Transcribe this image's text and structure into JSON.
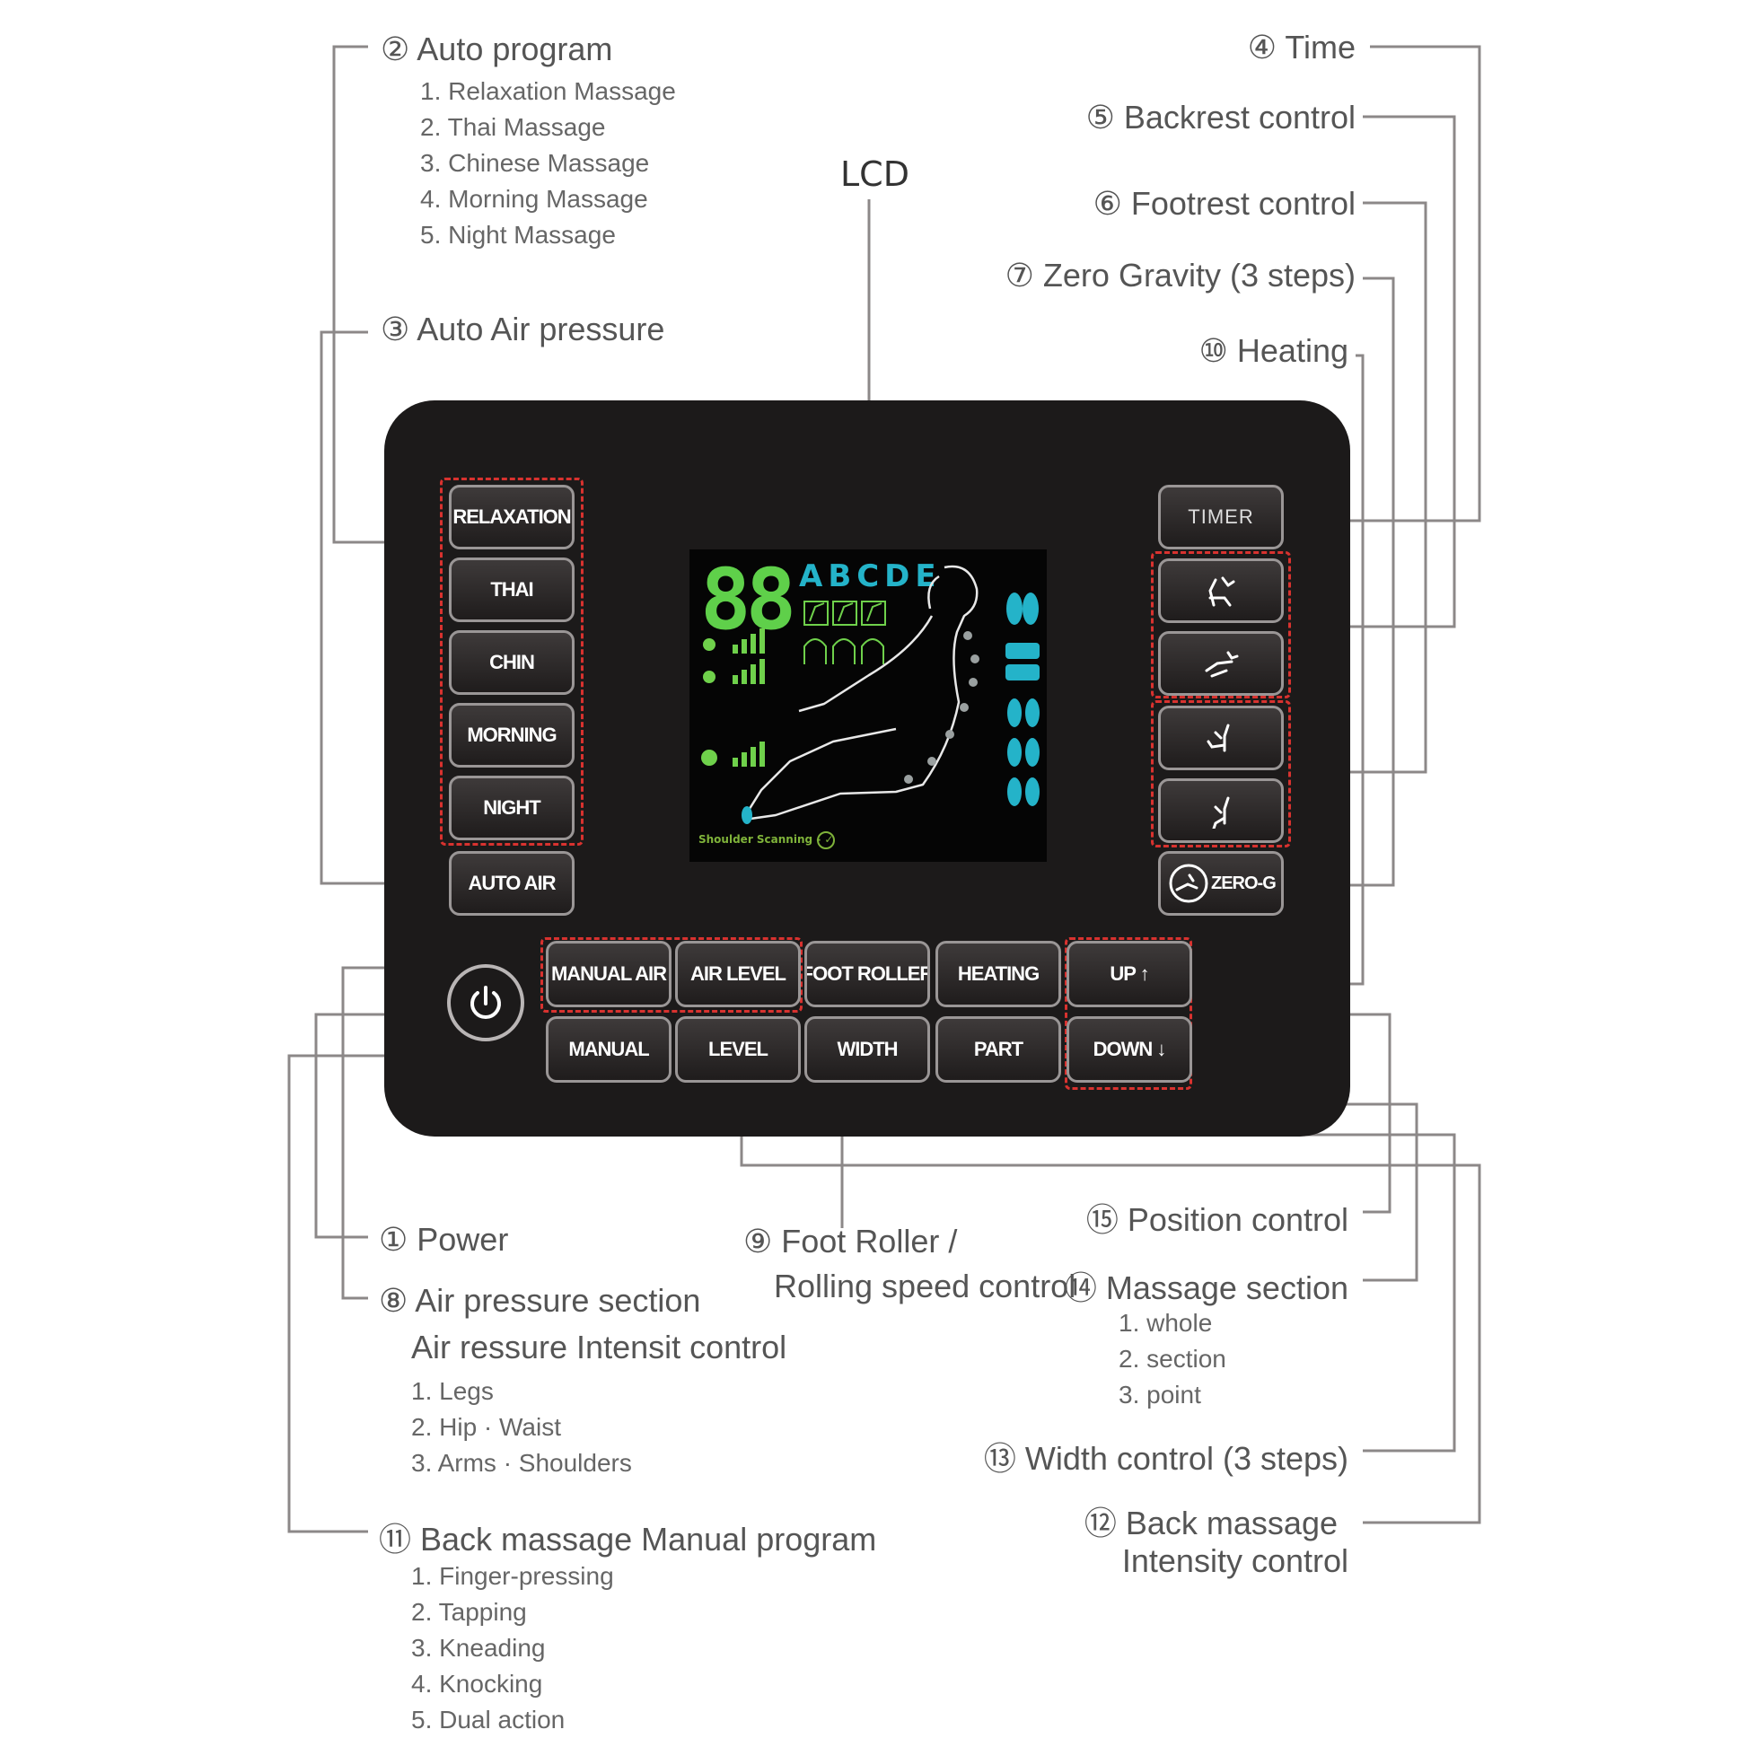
{
  "lcd_label": "LCD",
  "callouts": {
    "auto_program": {
      "title": "② Auto program",
      "items": [
        "1. Relaxation Massage",
        "2. Thai Massage",
        "3. Chinese Massage",
        "4. Morning Massage",
        "5. Night Massage"
      ]
    },
    "auto_air": {
      "title": "③ Auto Air pressure"
    },
    "time": {
      "title": "④ Time"
    },
    "backrest": {
      "title": "⑤ Backrest control"
    },
    "footrest": {
      "title": "⑥ Footrest control"
    },
    "zero_gravity": {
      "title": "⑦ Zero Gravity (3 steps)"
    },
    "heating": {
      "title": "⑩ Heating"
    },
    "power": {
      "title": "① Power"
    },
    "air_section": {
      "title": "⑧ Air pressure section",
      "subtitle": "Air ressure Intensit control",
      "items": [
        "1. Legs",
        "2. Hip · Waist",
        "3. Arms · Shoulders"
      ]
    },
    "back_manual": {
      "title": "⑪ Back massage Manual program",
      "items": [
        "1. Finger-pressing",
        "2. Tapping",
        "3. Kneading",
        "4. Knocking",
        "5. Dual action"
      ]
    },
    "foot_roller": {
      "line1": "⑨ Foot Roller /",
      "line2": "Rolling speed control"
    },
    "position": {
      "title": "⑮ Position control"
    },
    "massage_section": {
      "title": "⑭ Massage section",
      "items": [
        "1. whole",
        "2. section",
        "3. point"
      ]
    },
    "width": {
      "title": "⑬ Width control (3 steps)"
    },
    "back_intensity": {
      "line1": "⑫ Back massage",
      "line2": "Intensity control"
    }
  },
  "left_buttons": [
    "RELAXATION",
    "THAI",
    "CHIN",
    "MORNING",
    "NIGHT",
    "AUTO AIR"
  ],
  "right_buttons": {
    "timer": "TIMER",
    "zero_g": "ZERO-G"
  },
  "bottom_row1": [
    "MANUAL AIR",
    "AIR LEVEL",
    "FOOT ROLLER",
    "HEATING",
    "UP ↑"
  ],
  "bottom_row2": [
    "MANUAL",
    "LEVEL",
    "WIDTH",
    "PART",
    "DOWN ↓"
  ],
  "lcd": {
    "digits": "88",
    "letters": "ABCDE",
    "status": "Shoulder Scanning - ✓"
  },
  "colors": {
    "panel": "#1c1a1a",
    "accent_red": "#d8322f",
    "lcd_green": "#5fd04a",
    "lcd_cyan": "#24b3c9",
    "leader_line": "#8c8888"
  }
}
